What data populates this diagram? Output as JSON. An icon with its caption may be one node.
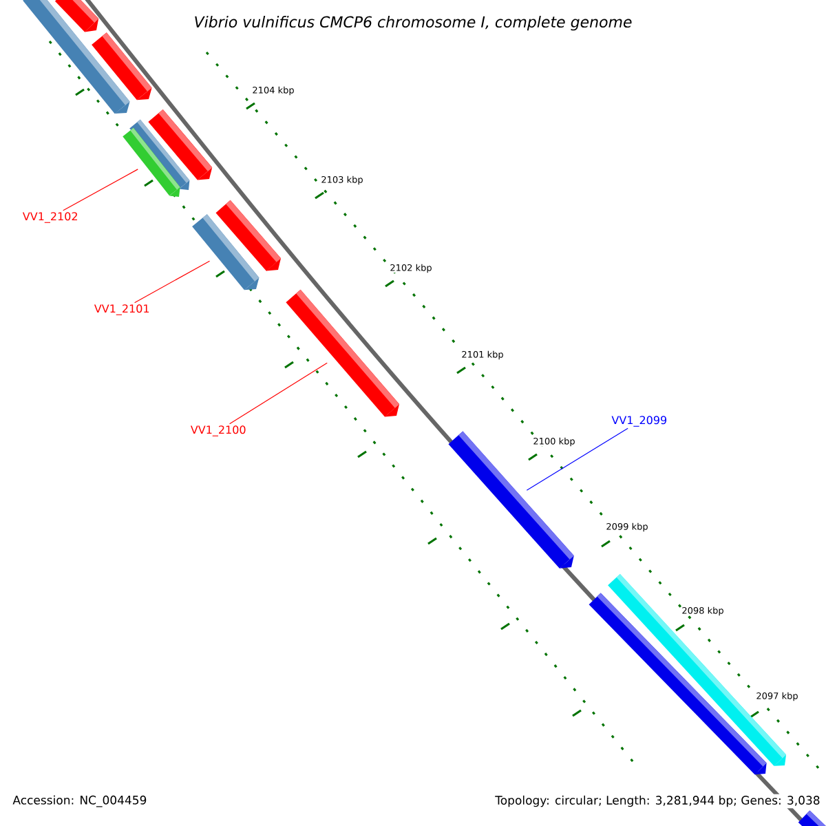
{
  "diagram": {
    "title": "Vibrio vulnificus CMCP6 chromosome I, complete genome",
    "nodes": [
      {
        "text": [
          "VV1_2102"
        ]
      },
      {
        "text": [
          "VV1_2101"
        ]
      },
      {
        "text": [
          "VV1_2100"
        ]
      },
      {
        "text": [
          "VV1_2099"
        ]
      },
      {
        "text": [],
        "shape": "bar"
      },
      {
        "text": [],
        "shape": "bar"
      },
      {
        "text": [],
        "shape": "bar"
      },
      {
        "text": [],
        "shape": "bar"
      },
      {
        "text": [],
        "shape": "bar"
      },
      {
        "text": [],
        "shape": "bar"
      },
      {
        "text": [],
        "shape": "bar"
      },
      {
        "text": [],
        "shape": "bar"
      },
      {
        "text": [],
        "shape": "bar"
      },
      {
        "text": [],
        "shape": "bar"
      },
      {
        "text": [],
        "shape": "bar"
      },
      {
        "text": [],
        "shape": "bar"
      },
      {
        "text": [],
        "shape": "bar"
      }
    ],
    "edges": [
      {
        "from": 0,
        "to": 4,
        "arrow": "none"
      },
      {
        "from": 1,
        "to": 5,
        "arrow": "none"
      },
      {
        "from": 2,
        "to": 6,
        "arrow": "none"
      },
      {
        "from": 3,
        "to": 7,
        "arrow": "none",
        "color": "#0000ff"
      }
    ],
    "labels": [
      "2104 kbp",
      "2103 kbp",
      "2102 kbp",
      "2101 kbp",
      "2100 kbp",
      "2099 kbp",
      "2098 kbp",
      "2097 kbp",
      "Accession: NC_004459",
      "Topology: circular; Length: 3,281,944 bp; Genes: 3,038"
    ]
  }
}
